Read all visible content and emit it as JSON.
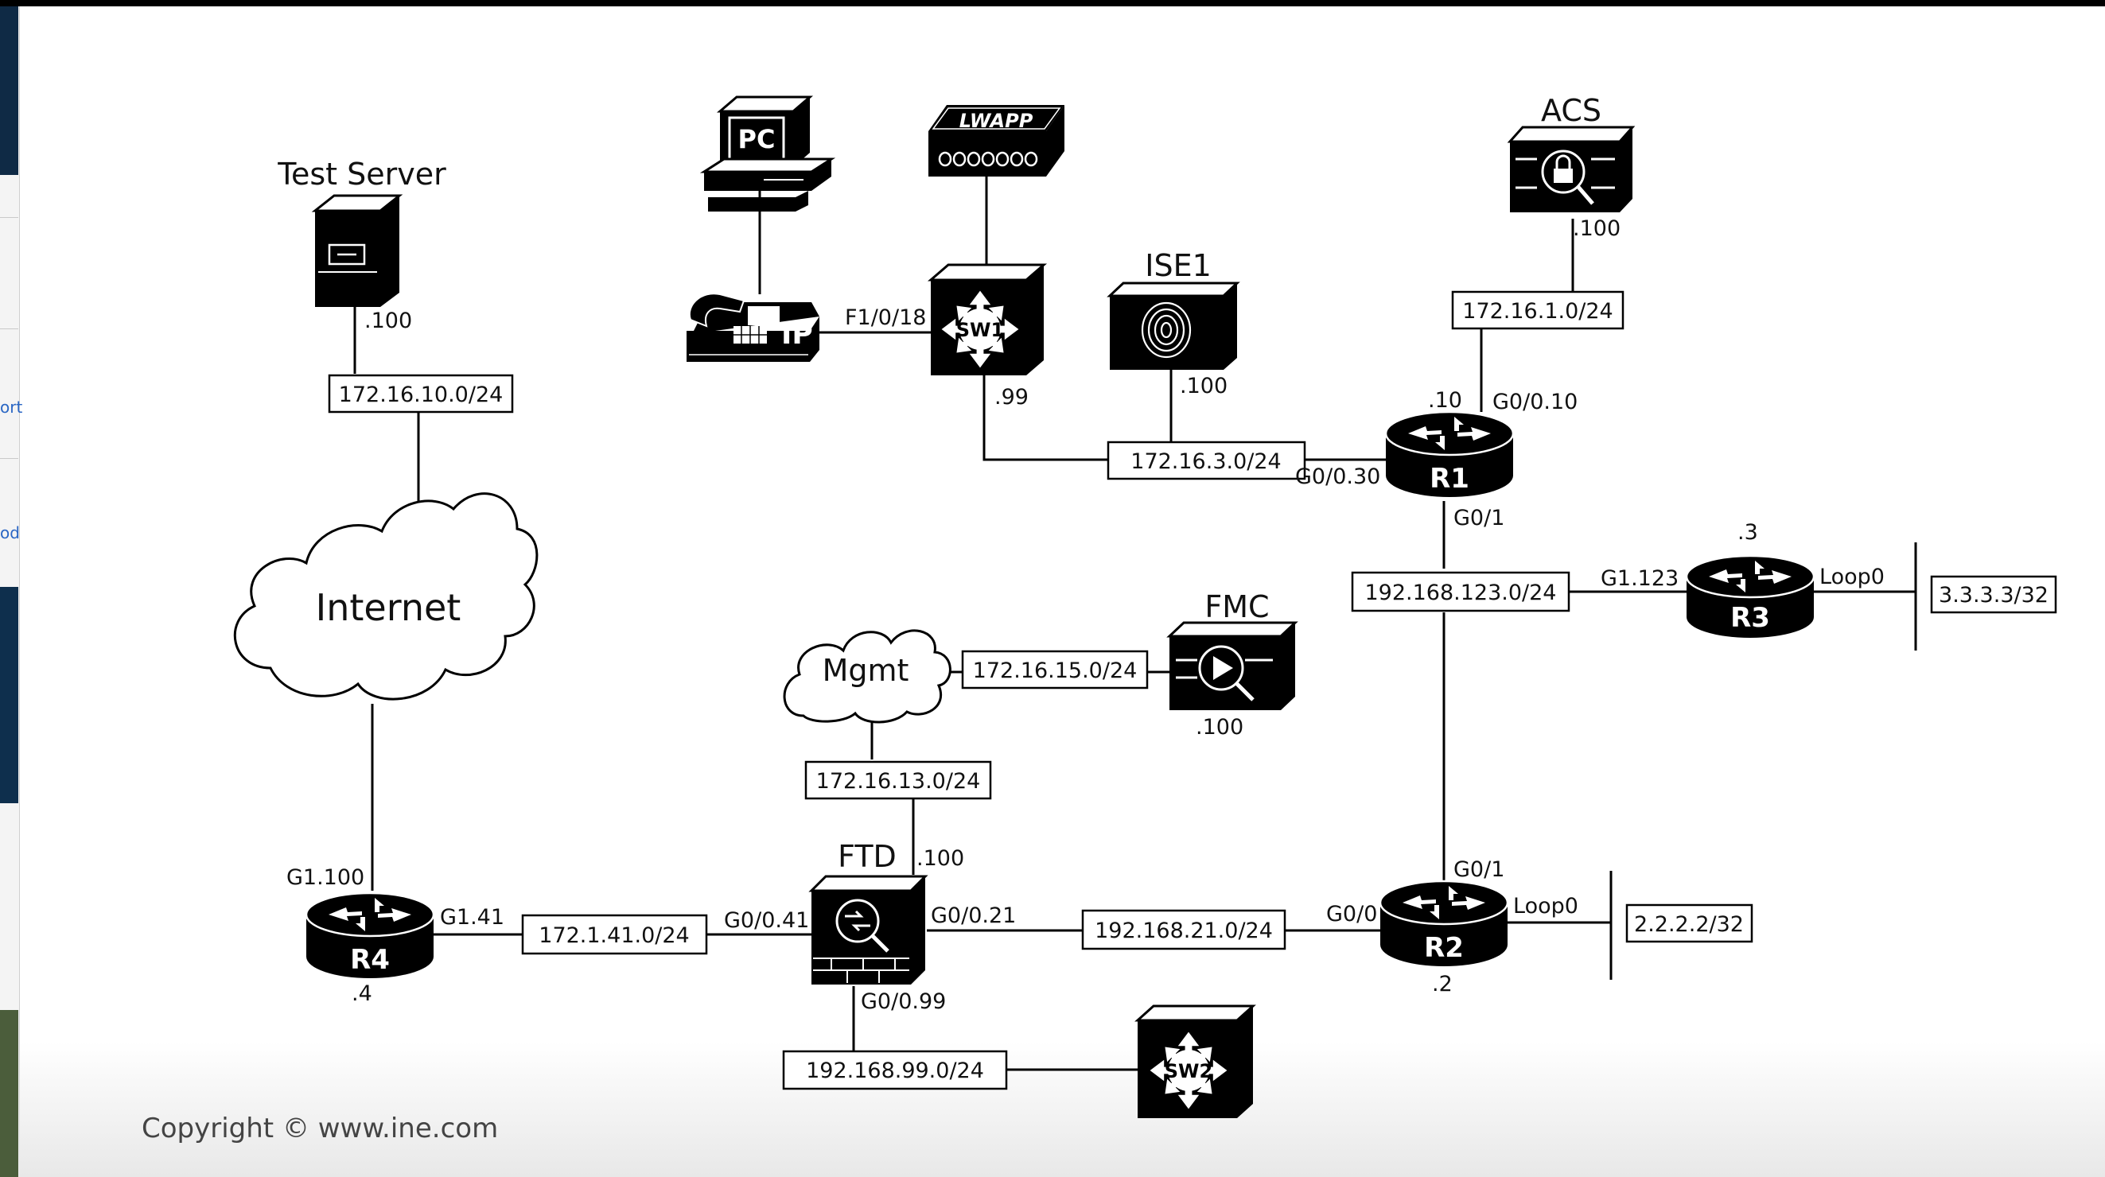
{
  "sidebar": {
    "link_1": "ort",
    "link_2": "od"
  },
  "devices": {
    "test_server": {
      "name": "Test Server",
      "ip": ".100"
    },
    "pc": {
      "name": "PC"
    },
    "ip_phone": {
      "name": "IP",
      "port": "F1/0/18"
    },
    "lwapp": {
      "name": "LWAPP"
    },
    "sw1": {
      "name": "SW1",
      "ip": ".99"
    },
    "ise1": {
      "name": "ISE1",
      "ip": ".100"
    },
    "acs": {
      "name": "ACS",
      "ip": ".100"
    },
    "r1": {
      "name": "R1",
      "ip": ".10",
      "ports": [
        "G0/0.10",
        "G0/0.30",
        "G0/1"
      ]
    },
    "r3": {
      "name": "R3",
      "ip": ".3",
      "ports": [
        "G1.123",
        "Loop0"
      ]
    },
    "fmc": {
      "name": "FMC",
      "ip": ".100"
    },
    "mgmt": {
      "name": "Mgmt"
    },
    "internet": {
      "name": "Internet"
    },
    "ftd": {
      "name": "FTD",
      "ip": ".100",
      "ports": [
        "G0/0.41",
        "G0/0.21",
        "G0/0.99"
      ]
    },
    "r2": {
      "name": "R2",
      "ip": ".2",
      "ports": [
        "G0/1",
        "G0/0",
        "Loop0"
      ]
    },
    "r4": {
      "name": "R4",
      "ip": ".4",
      "ports": [
        "G1.100",
        "G1.41"
      ]
    },
    "sw2": {
      "name": "SW2"
    }
  },
  "subnets": {
    "test_server": "172.16.10.0/24",
    "ise": "172.16.3.0/24",
    "acs": "172.16.1.0/24",
    "r1_r2_r3": "192.168.123.0/24",
    "r3_loop": "3.3.3.3/32",
    "fmc": "172.16.15.0/24",
    "mgmt_ftd": "172.16.13.0/24",
    "r4_ftd": "172.1.41.0/24",
    "ftd_r2": "192.168.21.0/24",
    "r2_loop": "2.2.2.2/32",
    "ftd_sw2": "192.168.99.0/24"
  },
  "footer": {
    "copyright": "Copyright © www.ine.com"
  },
  "colors": {
    "background": "#ffffff",
    "device": "#000000",
    "line": "#000000",
    "footer_text": "#444444"
  }
}
